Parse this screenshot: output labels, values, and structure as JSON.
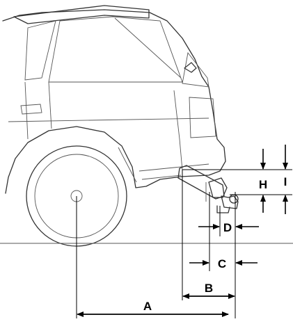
{
  "labels": {
    "A": "A",
    "B": "B",
    "C": "C",
    "D": "D",
    "H": "H",
    "I": "I"
  }
}
